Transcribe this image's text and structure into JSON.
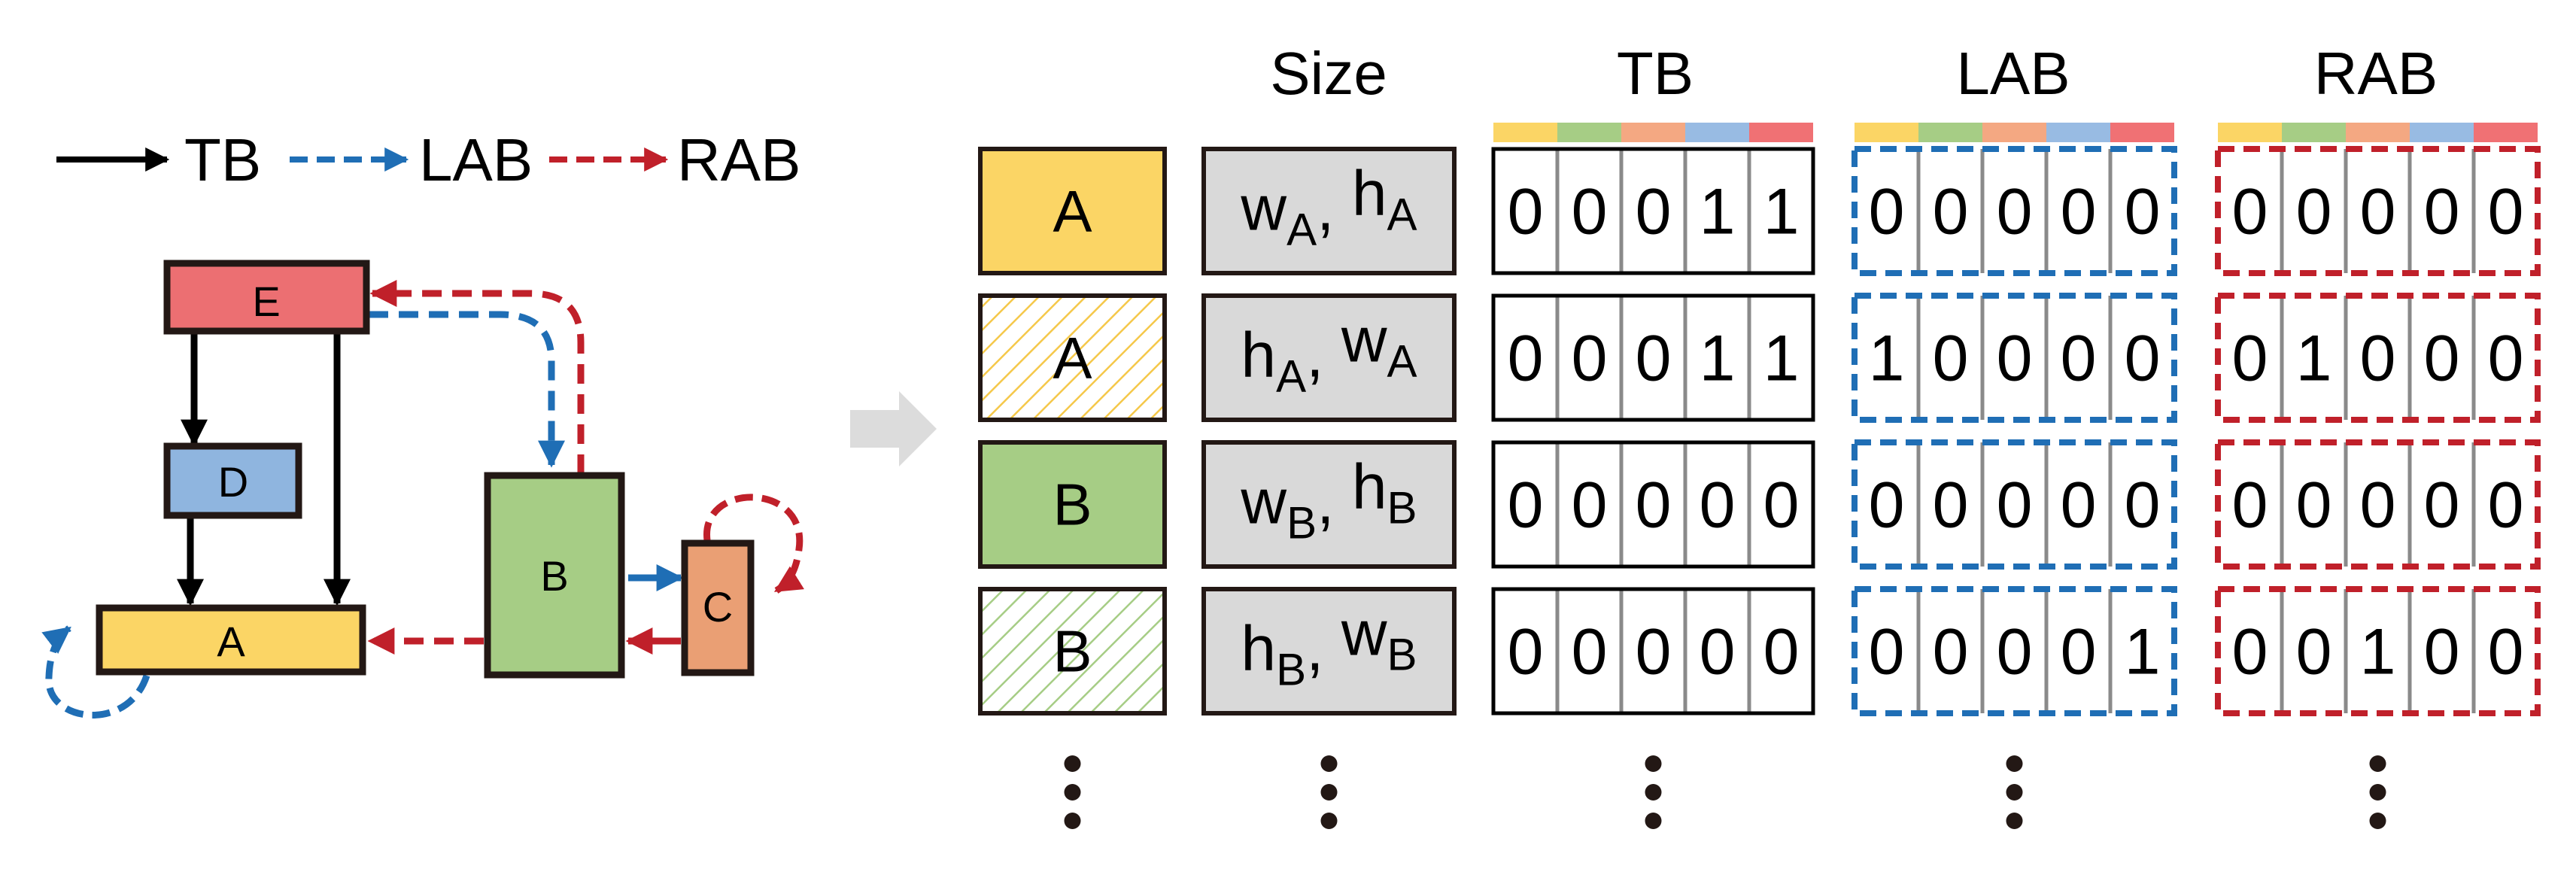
{
  "legend": {
    "tb_label": "TB",
    "lab_label": "LAB",
    "rab_label": "RAB",
    "tb_color": "#000000",
    "lab_color": "#1f6eb5",
    "rab_color": "#c0202a"
  },
  "graph": {
    "nodes": {
      "E": {
        "label": "E",
        "color": "#ec6f72"
      },
      "D": {
        "label": "D",
        "color": "#8fb5df"
      },
      "A": {
        "label": "A",
        "color": "#fbd565"
      },
      "B": {
        "label": "B",
        "color": "#a6cd85"
      },
      "C": {
        "label": "C",
        "color": "#ea9f74"
      }
    }
  },
  "table": {
    "headers": {
      "size": "Size",
      "tb": "TB",
      "lab": "LAB",
      "rab": "RAB"
    },
    "color_strip": [
      "#fbd565",
      "#a6cd85",
      "#f4a882",
      "#98bbe3",
      "#f07174"
    ],
    "rows": [
      {
        "block": "A",
        "fill": "#fbd565",
        "hatched": false,
        "size": {
          "first": "w",
          "first_sub": "A",
          "second": "h",
          "second_sub": "A"
        },
        "tb": [
          "0",
          "0",
          "0",
          "1",
          "1"
        ],
        "lab": [
          "0",
          "0",
          "0",
          "0",
          "0"
        ],
        "rab": [
          "0",
          "0",
          "0",
          "0",
          "0"
        ]
      },
      {
        "block": "A",
        "fill": "#fbd565",
        "hatched": true,
        "size": {
          "first": "h",
          "first_sub": "A",
          "second": "w",
          "second_sub": "A"
        },
        "tb": [
          "0",
          "0",
          "0",
          "1",
          "1"
        ],
        "lab": [
          "1",
          "0",
          "0",
          "0",
          "0"
        ],
        "rab": [
          "0",
          "1",
          "0",
          "0",
          "0"
        ]
      },
      {
        "block": "B",
        "fill": "#a6cd85",
        "hatched": false,
        "size": {
          "first": "w",
          "first_sub": "B",
          "second": "h",
          "second_sub": "B"
        },
        "tb": [
          "0",
          "0",
          "0",
          "0",
          "0"
        ],
        "lab": [
          "0",
          "0",
          "0",
          "0",
          "0"
        ],
        "rab": [
          "0",
          "0",
          "0",
          "0",
          "0"
        ]
      },
      {
        "block": "B",
        "fill": "#a6cd85",
        "hatched": true,
        "size": {
          "first": "h",
          "first_sub": "B",
          "second": "w",
          "second_sub": "B"
        },
        "tb": [
          "0",
          "0",
          "0",
          "0",
          "0"
        ],
        "lab": [
          "0",
          "0",
          "0",
          "0",
          "1"
        ],
        "rab": [
          "0",
          "0",
          "1",
          "0",
          "0"
        ]
      }
    ],
    "continuation": "⋮"
  },
  "transform_arrow_color": "#dcdcdc"
}
